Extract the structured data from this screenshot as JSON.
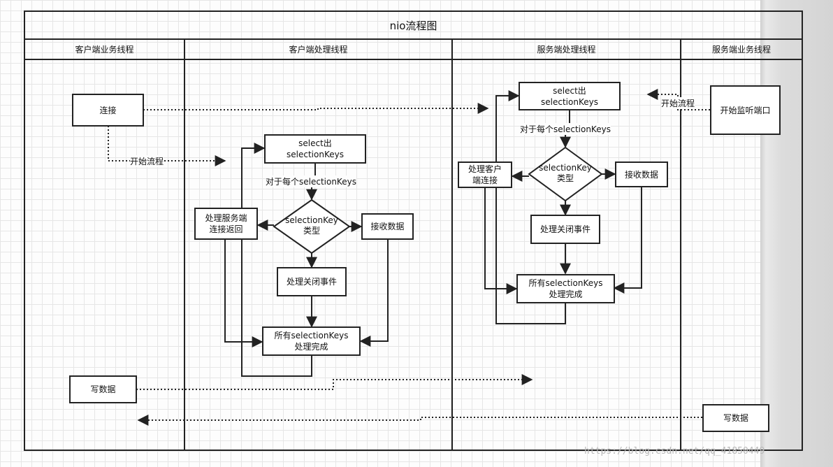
{
  "title": "nio流程图",
  "lanes": {
    "client_business": "客户端业务线程",
    "client_processing": "客户端处理线程",
    "server_processing": "服务端处理线程",
    "server_business": "服务端业务线程"
  },
  "client_business": {
    "connect": "连接",
    "start_flow": "开始流程",
    "write_data": "写数据"
  },
  "client_processing": {
    "select": "select出\nselectionKeys",
    "for_each": "对于每个selectionKeys",
    "decision": "selectionKey\n类型",
    "handle_server_return": "处理服务端\n连接返回",
    "receive_data": "接收数据",
    "close_event": "处理关闭事件",
    "all_done": "所有selectionKeys\n处理完成"
  },
  "server_processing": {
    "select": "select出\nselectionKeys",
    "for_each": "对于每个selectionKeys",
    "decision": "selectionKey\n类型",
    "handle_client_connect": "处理客户\n端连接",
    "receive_data": "接收数据",
    "close_event": "处理关闭事件",
    "all_done": "所有selectionKeys\n处理完成"
  },
  "server_business": {
    "start_listen": "开始监听端口",
    "start_flow": "开始流程",
    "write_data": "写数据"
  },
  "watermark": "https://blog.csdn.net/qq_41850449"
}
